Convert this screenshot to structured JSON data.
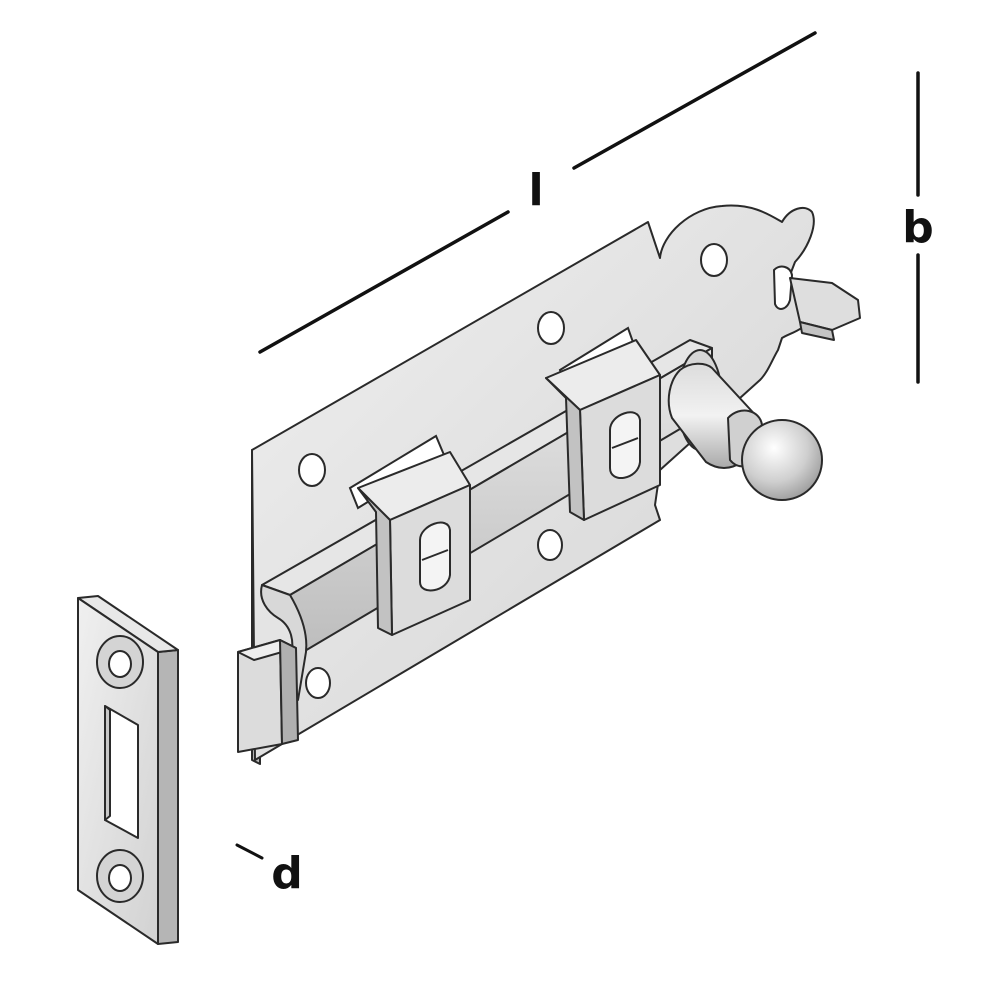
{
  "dimensions": {
    "length_label": "l",
    "width_label": "b",
    "depth_label": "d"
  },
  "colors": {
    "metal_light": "#e4e4e4",
    "metal_mid": "#cfcfcf",
    "metal_dark": "#a8a8a8",
    "outline": "#2a2a2a",
    "dimension_line": "#111111"
  }
}
